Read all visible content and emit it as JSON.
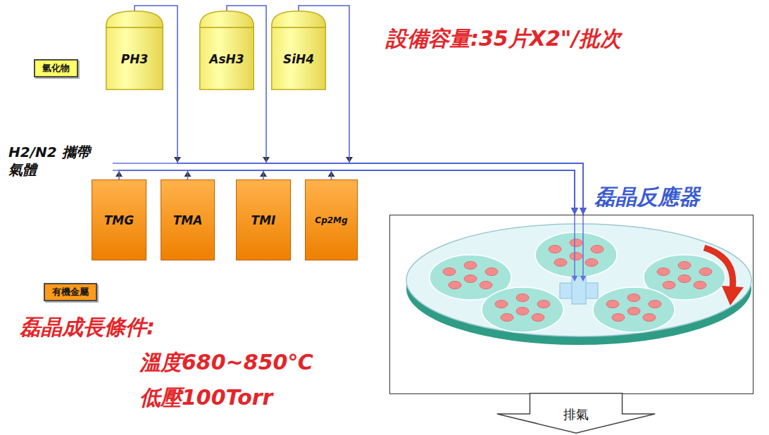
{
  "diagram": {
    "nodes": [
      {
        "text": [
          "氫化物"
        ]
      },
      {
        "text": [
          "PH3"
        ]
      },
      {
        "text": [
          "AsH3"
        ]
      },
      {
        "text": [
          "SiH4"
        ]
      },
      {
        "text": [
          "TMG"
        ]
      },
      {
        "text": [
          "TMA"
        ]
      },
      {
        "text": [
          "TMI"
        ]
      },
      {
        "text": [
          "Cp2Mg"
        ]
      },
      {
        "text": [
          "有機金屬"
        ]
      },
      {
        "text": [
          "磊晶反應器"
        ]
      },
      {
        "text": [
          "排氣"
        ]
      }
    ],
    "edges": [
      {
        "from": 1,
        "to": 9,
        "arrow": "to"
      },
      {
        "from": 2,
        "to": 9,
        "arrow": "to"
      },
      {
        "from": 3,
        "to": 9,
        "arrow": "to"
      },
      {
        "from": 4,
        "to": 9,
        "arrow": "to"
      },
      {
        "from": 5,
        "to": 9,
        "arrow": "to"
      },
      {
        "from": 6,
        "to": 9,
        "arrow": "to"
      },
      {
        "from": 7,
        "to": 9,
        "arrow": "to"
      }
    ],
    "labels": [
      "設備容量:35片X2\"/批次",
      "H2/N2 攜帶氣體",
      "磊晶成長條件:",
      "溫度680~850℃",
      "低壓100Torr"
    ]
  }
}
